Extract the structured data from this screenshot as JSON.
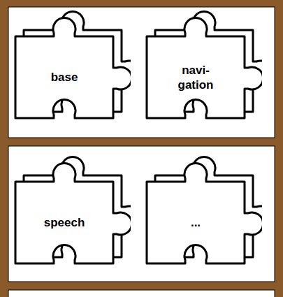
{
  "diagram": {
    "nodes": [
      {
        "text": [
          "base"
        ]
      },
      {
        "text": [
          "navi- gation"
        ]
      },
      {
        "text": [
          "speech"
        ]
      },
      {
        "text": [
          "..."
        ]
      }
    ]
  }
}
